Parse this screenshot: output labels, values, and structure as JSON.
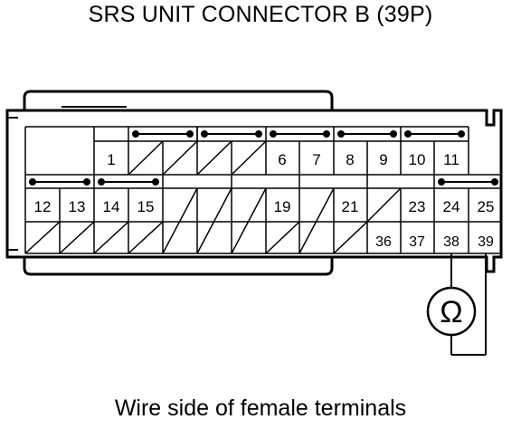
{
  "title": "SRS UNIT CONNECTOR B (39P)",
  "caption": "Wire side of female terminals",
  "meter_symbol": "Ω",
  "connector": {
    "row1": [
      "",
      "1",
      "",
      "",
      "",
      "",
      "6",
      "7",
      "8",
      "9",
      "10",
      "11"
    ],
    "row2": [
      "12",
      "13",
      "14",
      "15",
      "",
      "",
      "",
      "19",
      "",
      "21",
      "",
      "23",
      "24",
      "25"
    ],
    "row3": [
      "36",
      "37",
      "38",
      "39"
    ],
    "probe_terminals": [
      "38",
      "39"
    ]
  }
}
